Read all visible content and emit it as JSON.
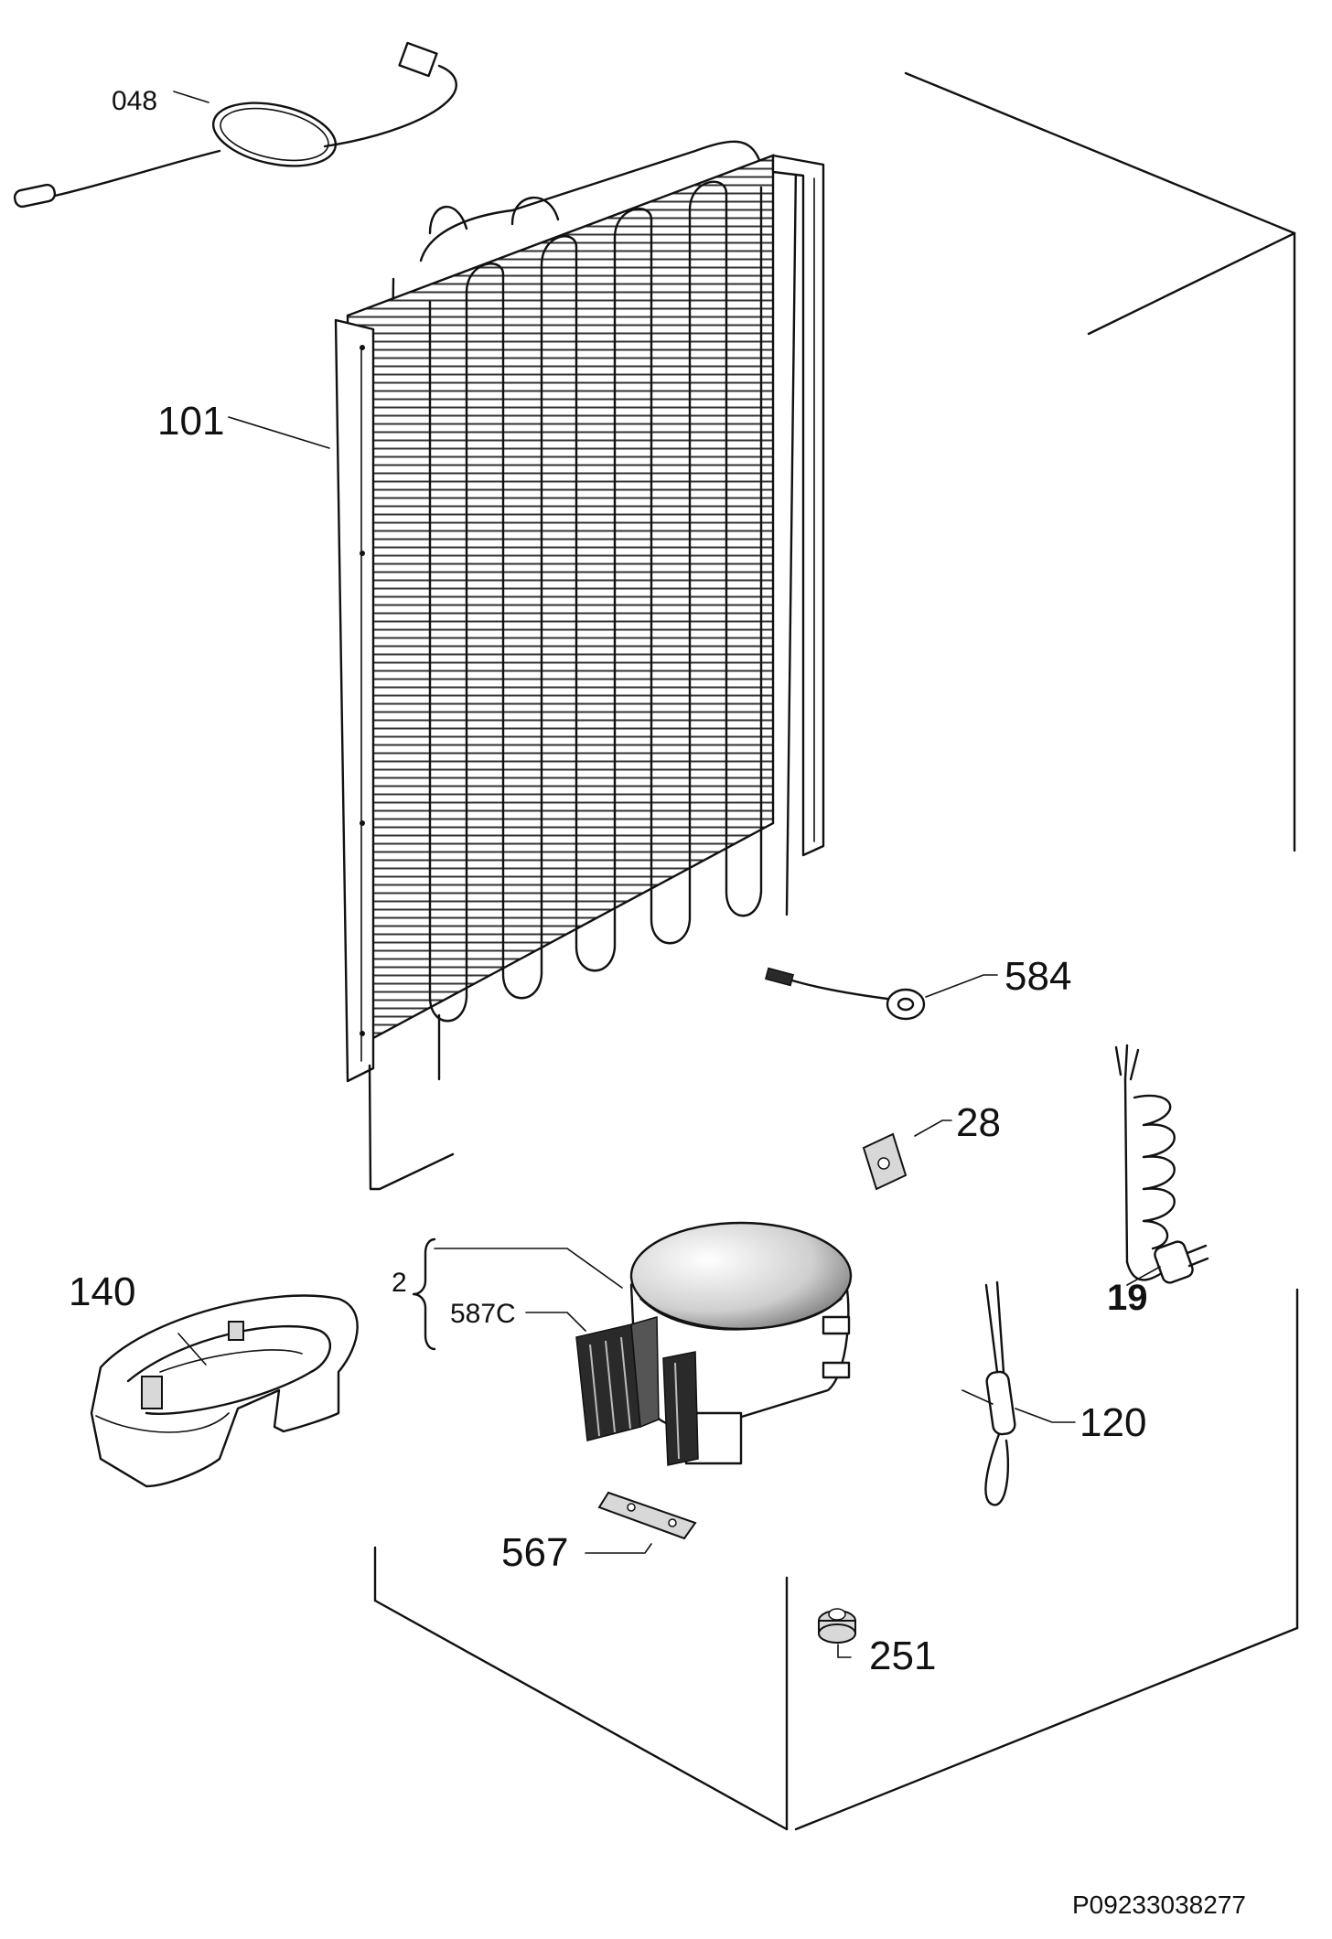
{
  "diagram": {
    "doc_id": "P09233038277",
    "callouts": {
      "p048": "048",
      "p101": "101",
      "p584": "584",
      "p28": "28",
      "p19": "19",
      "p2": "2",
      "p587C": "587C",
      "p140": "140",
      "p120": "120",
      "p567": "567",
      "p251": "251"
    }
  }
}
